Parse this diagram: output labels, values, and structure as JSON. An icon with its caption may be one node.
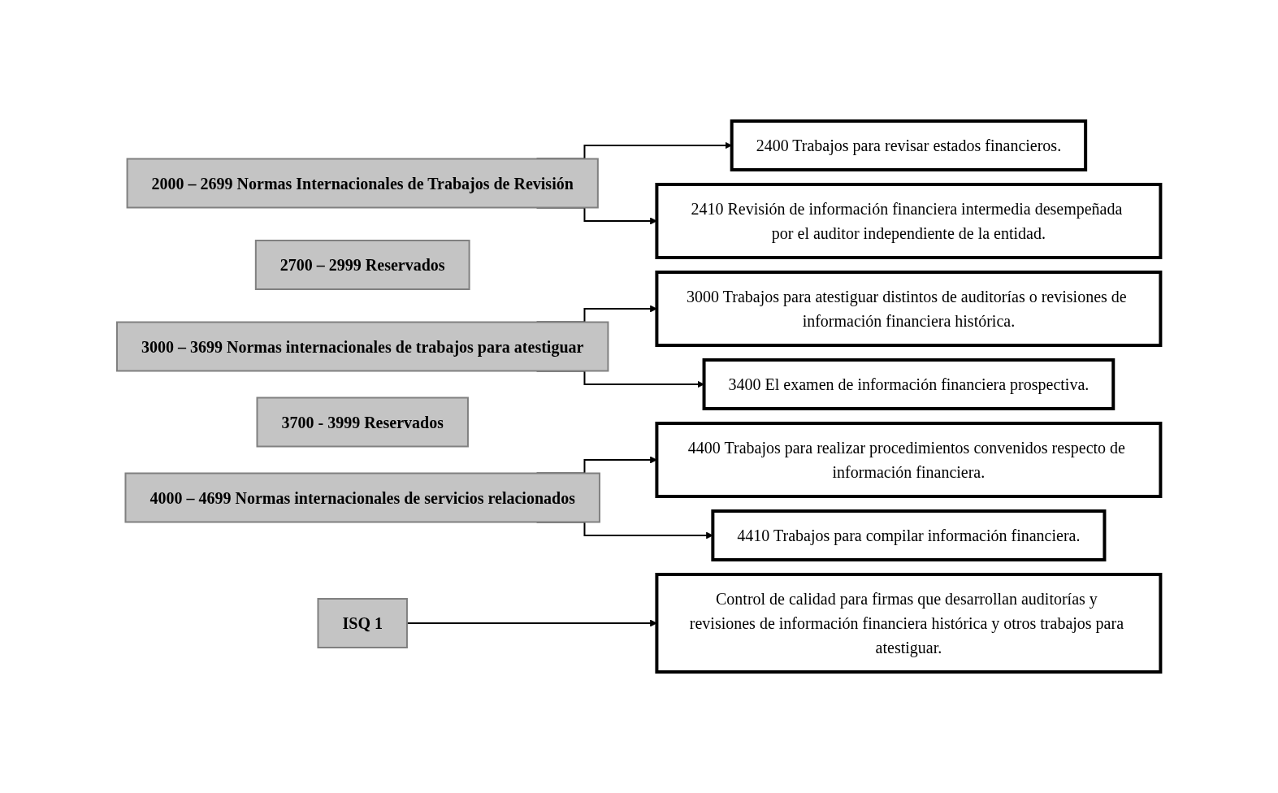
{
  "diagram": {
    "nodes": [
      {
        "text": [
          "2000 – 2699 Normas Internacionales de Trabajos de Revisión"
        ]
      },
      {
        "text": [
          "2400 Trabajos para revisar estados financieros."
        ]
      },
      {
        "text": [
          "2410 Revisión de información financiera intermedia desempeñada por el auditor independiente de la entidad."
        ]
      },
      {
        "text": [
          "2700 – 2999 Reservados"
        ]
      },
      {
        "text": [
          "3000 – 3699 Normas internacionales de trabajos para atestiguar"
        ]
      },
      {
        "text": [
          "3000 Trabajos para atestiguar distintos de auditorías o revisiones de información financiera histórica."
        ]
      },
      {
        "text": [
          "3400 El examen de información financiera prospectiva."
        ]
      },
      {
        "text": [
          "3700 - 3999 Reservados"
        ]
      },
      {
        "text": [
          "4000 – 4699 Normas internacionales de servicios relacionados"
        ]
      },
      {
        "text": [
          "4400 Trabajos para realizar procedimientos convenidos respecto de información financiera."
        ]
      },
      {
        "text": [
          "4410 Trabajos para compilar información financiera."
        ]
      },
      {
        "text": [
          "ISQ 1"
        ]
      },
      {
        "text": [
          "Control de calidad para firmas que desarrollan auditorías y revisiones de información financiera histórica y otros trabajos para atestiguar."
        ]
      }
    ],
    "edges": [
      {
        "from": 0,
        "to": 1,
        "arrow": "to"
      },
      {
        "from": 0,
        "to": 2,
        "arrow": "to"
      },
      {
        "from": 4,
        "to": 5,
        "arrow": "to"
      },
      {
        "from": 4,
        "to": 6,
        "arrow": "to"
      },
      {
        "from": 8,
        "to": 9,
        "arrow": "to"
      },
      {
        "from": 8,
        "to": 10,
        "arrow": "to"
      },
      {
        "from": 11,
        "to": 12,
        "arrow": "to"
      }
    ]
  }
}
